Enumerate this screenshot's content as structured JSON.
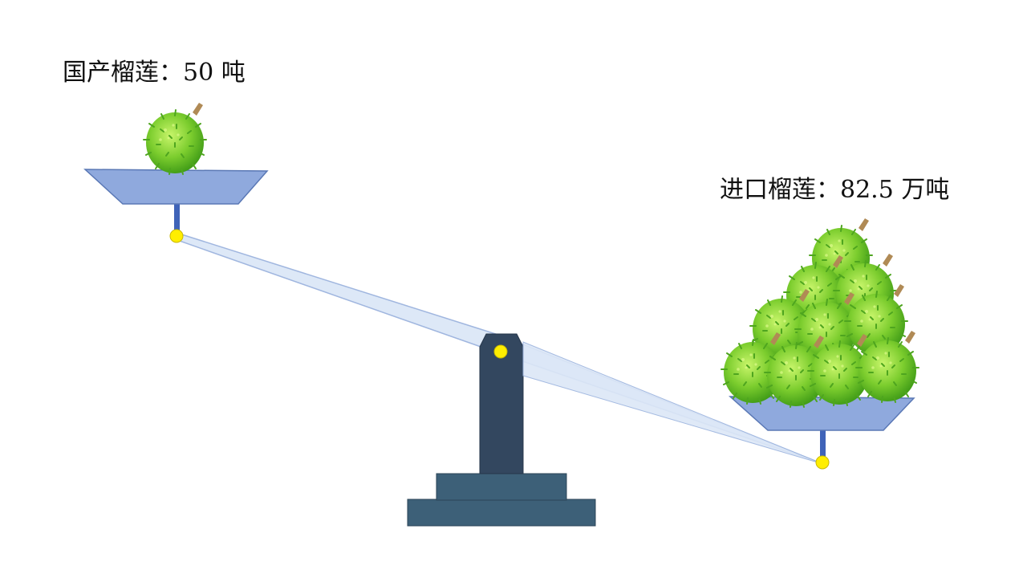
{
  "domestic": {
    "label": "国产榴莲：50 吨",
    "durian_count": 1
  },
  "imported": {
    "label": "进口榴莲：82.5 万吨",
    "durian_count": 10
  },
  "colors": {
    "pan": "#8fa9dd",
    "pan_stroke": "#5a78b5",
    "beam": "#dce7f7",
    "beam_stroke": "#9bb3de",
    "rod": "#3f63b8",
    "joint": "#ffee00",
    "post": "#33475f",
    "base": "#3d6078",
    "durian_dark": "#3e9a16",
    "durian_light": "#a6e64a",
    "stem": "#b08a55"
  }
}
